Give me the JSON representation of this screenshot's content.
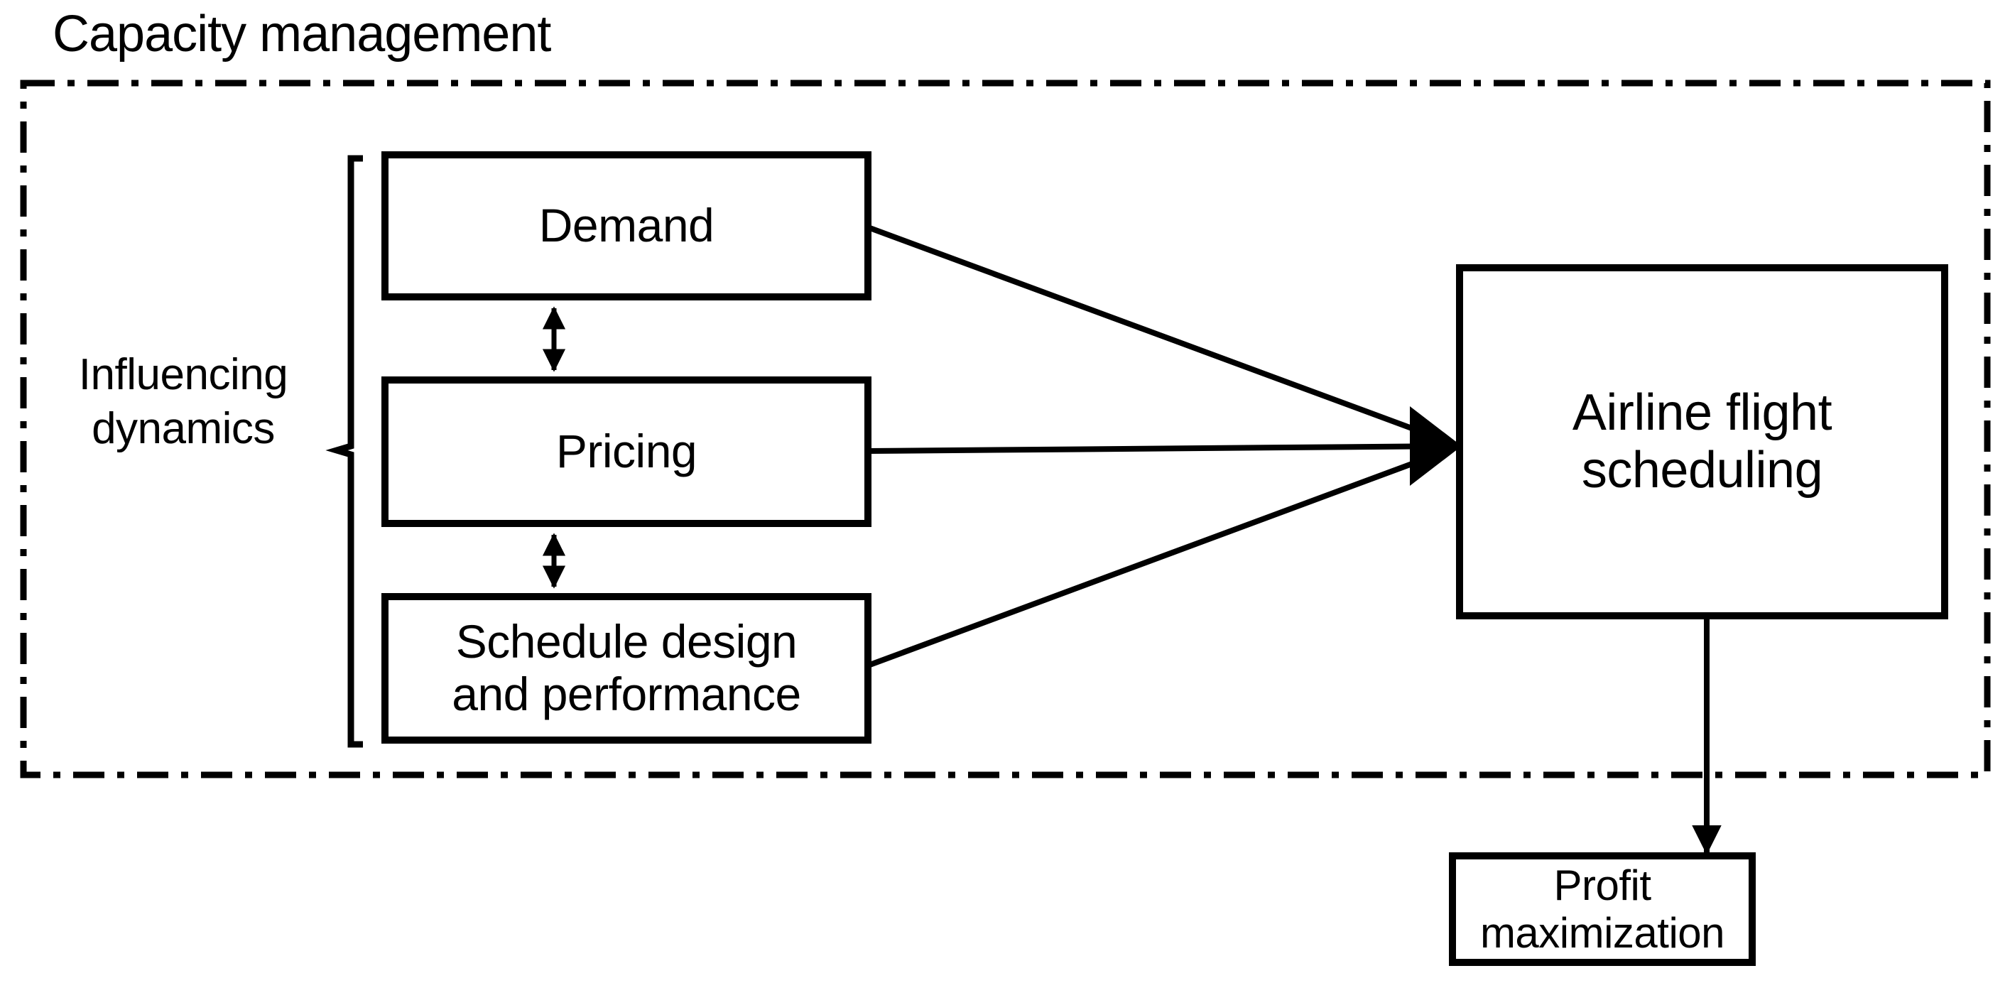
{
  "diagram": {
    "title": "Capacity management",
    "group_label": "Influencing\ndynamics",
    "boundary_style": "dash-dot",
    "nodes": {
      "demand": "Demand",
      "pricing": "Pricing",
      "schedule": "Schedule design\nand performance",
      "airline": "Airline flight\nscheduling",
      "profit": "Profit maximization"
    },
    "edges": [
      {
        "from": "demand",
        "to": "airline",
        "arrow": "single"
      },
      {
        "from": "pricing",
        "to": "airline",
        "arrow": "single"
      },
      {
        "from": "schedule",
        "to": "airline",
        "arrow": "single"
      },
      {
        "from": "demand",
        "to": "pricing",
        "arrow": "double"
      },
      {
        "from": "pricing",
        "to": "schedule",
        "arrow": "double"
      },
      {
        "from": "airline",
        "to": "profit",
        "arrow": "single"
      }
    ],
    "colors": {
      "stroke": "#000000",
      "background": "#ffffff",
      "text": "#000000"
    }
  }
}
